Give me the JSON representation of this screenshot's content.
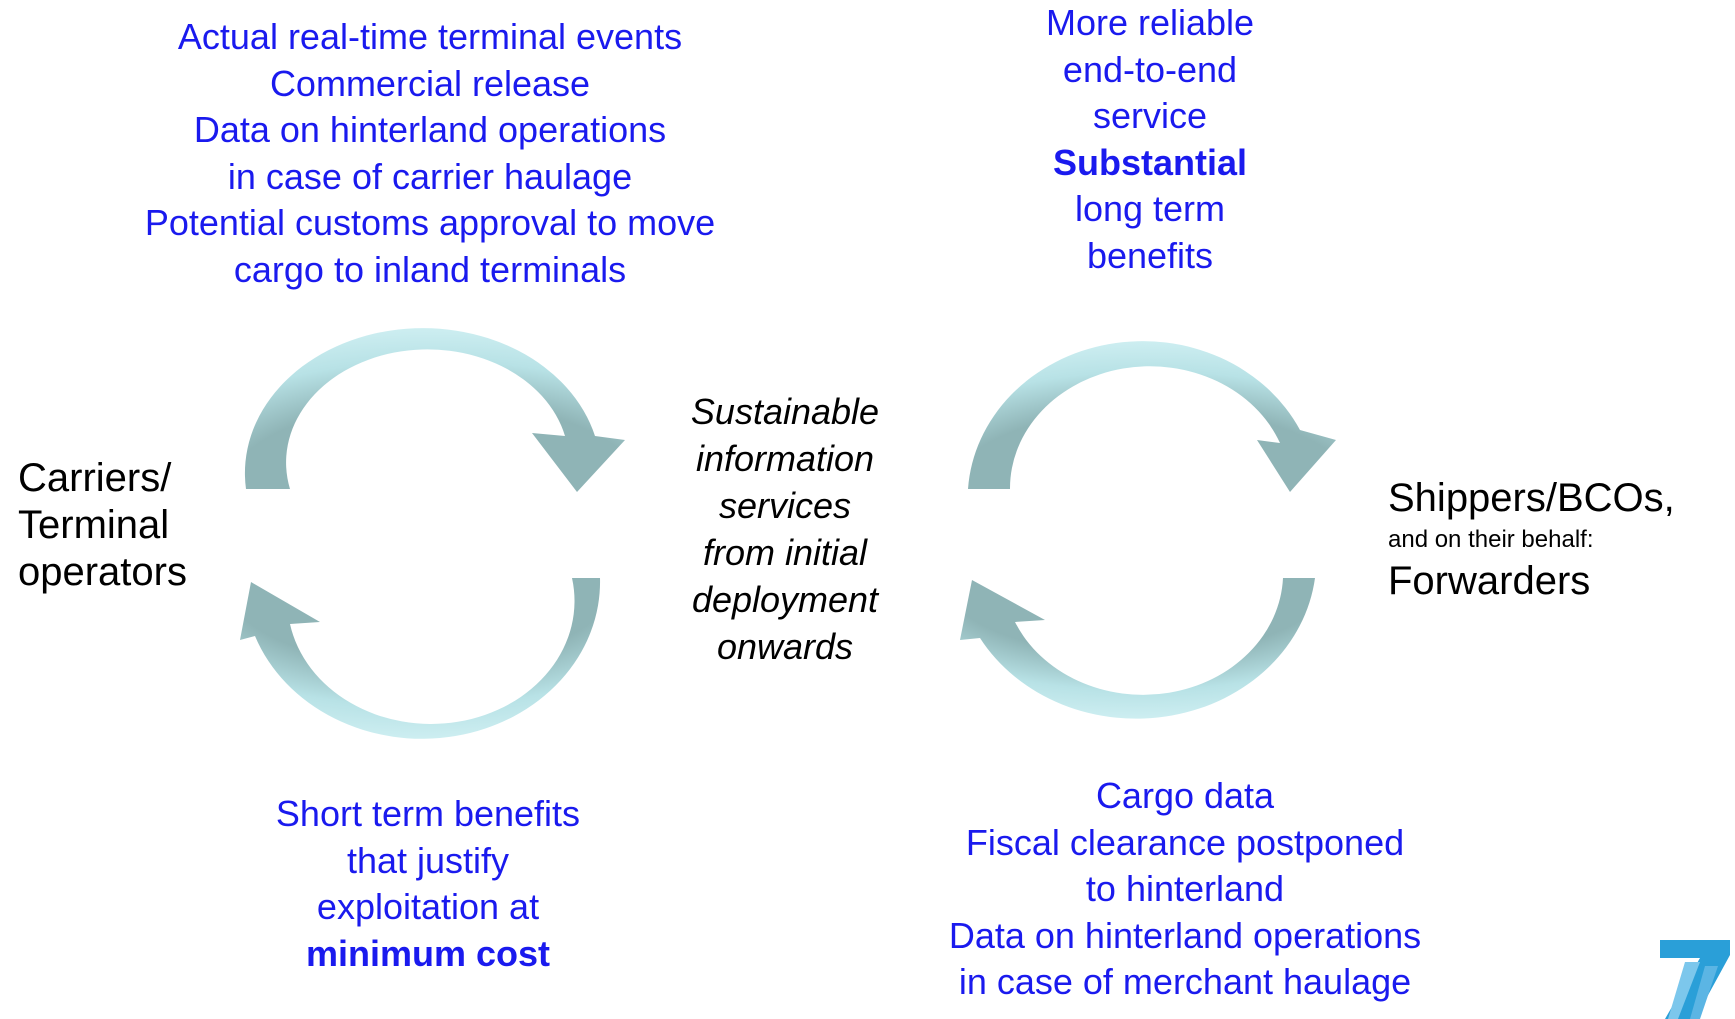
{
  "colors": {
    "label_text": "#1a1aee",
    "actor_text": "#000000",
    "arrow_light": "#b8e2e6",
    "arrow_dark": "#8fb4b6",
    "logo_blue": "#2a9fd8"
  },
  "top_left": {
    "lines": [
      "Actual real-time terminal events",
      "Commercial release",
      "Data on hinterland operations",
      "in case of carrier haulage",
      "Potential customs approval to move",
      "cargo to inland terminals"
    ]
  },
  "top_right": {
    "line1": "More reliable",
    "line2": "end-to-end",
    "line3": "service",
    "line4": "Substantial",
    "line5": "long term",
    "line6": "benefits"
  },
  "center": {
    "lines": [
      "Sustainable",
      "information",
      "services",
      "from initial",
      "deployment",
      "onwards"
    ]
  },
  "left_actor": {
    "lines": [
      "Carriers/",
      "Terminal",
      "operators"
    ]
  },
  "right_actor": {
    "line1": "Shippers/BCOs,",
    "line2": "and on their behalf:",
    "line3": "Forwarders"
  },
  "bottom_left": {
    "line1": "Short term benefits",
    "line2": "that justify",
    "line3": "exploitation at",
    "line4": "minimum cost"
  },
  "bottom_right": {
    "lines": [
      "Cargo data",
      "Fiscal clearance postponed",
      "to hinterland",
      "Data on hinterland operations",
      "in case of merchant haulage"
    ]
  },
  "arrow_icons": [
    "curved-arrow-clockwise",
    "curved-arrow-counterclockwise"
  ],
  "logo_icon": "fp7-logo-icon"
}
